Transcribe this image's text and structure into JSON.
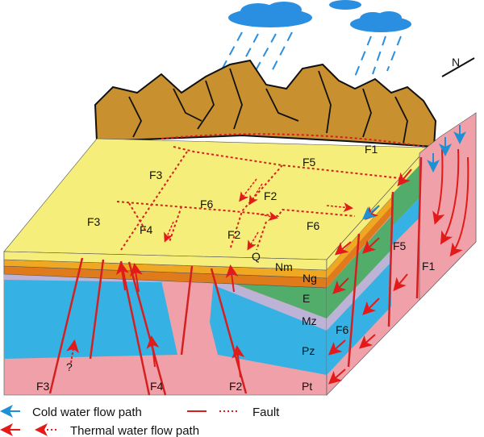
{
  "labels": {
    "top_faults": [
      "F1",
      "F5",
      "F3",
      "F2",
      "F6",
      "F3",
      "F4",
      "F6",
      "F2"
    ],
    "strata": [
      "Q",
      "Nm",
      "Ng",
      "E",
      "Mz",
      "Pz",
      "Pt"
    ],
    "side_faults": [
      "F5",
      "F1",
      "F6"
    ],
    "front_faults": [
      "F3",
      "F4",
      "F2"
    ],
    "unknown": "?",
    "north": "N"
  },
  "legend": {
    "cold": "Cold water flow path",
    "fault": "Fault",
    "thermal": "Thermal water flow path"
  },
  "colors": {
    "cold_arrow": "#1e90d6",
    "thermal_arrow": "#d42020",
    "Q": "#f6ee7a",
    "Nm": "#f0a823",
    "Ng": "#e07b1c",
    "E": "#52ad6a",
    "Mz": "#bdb3d6",
    "Pz": "#35b2e3",
    "Pt": "#f0a0a8",
    "mountain": "#c8902e",
    "cloud": "#2a8fe0"
  }
}
